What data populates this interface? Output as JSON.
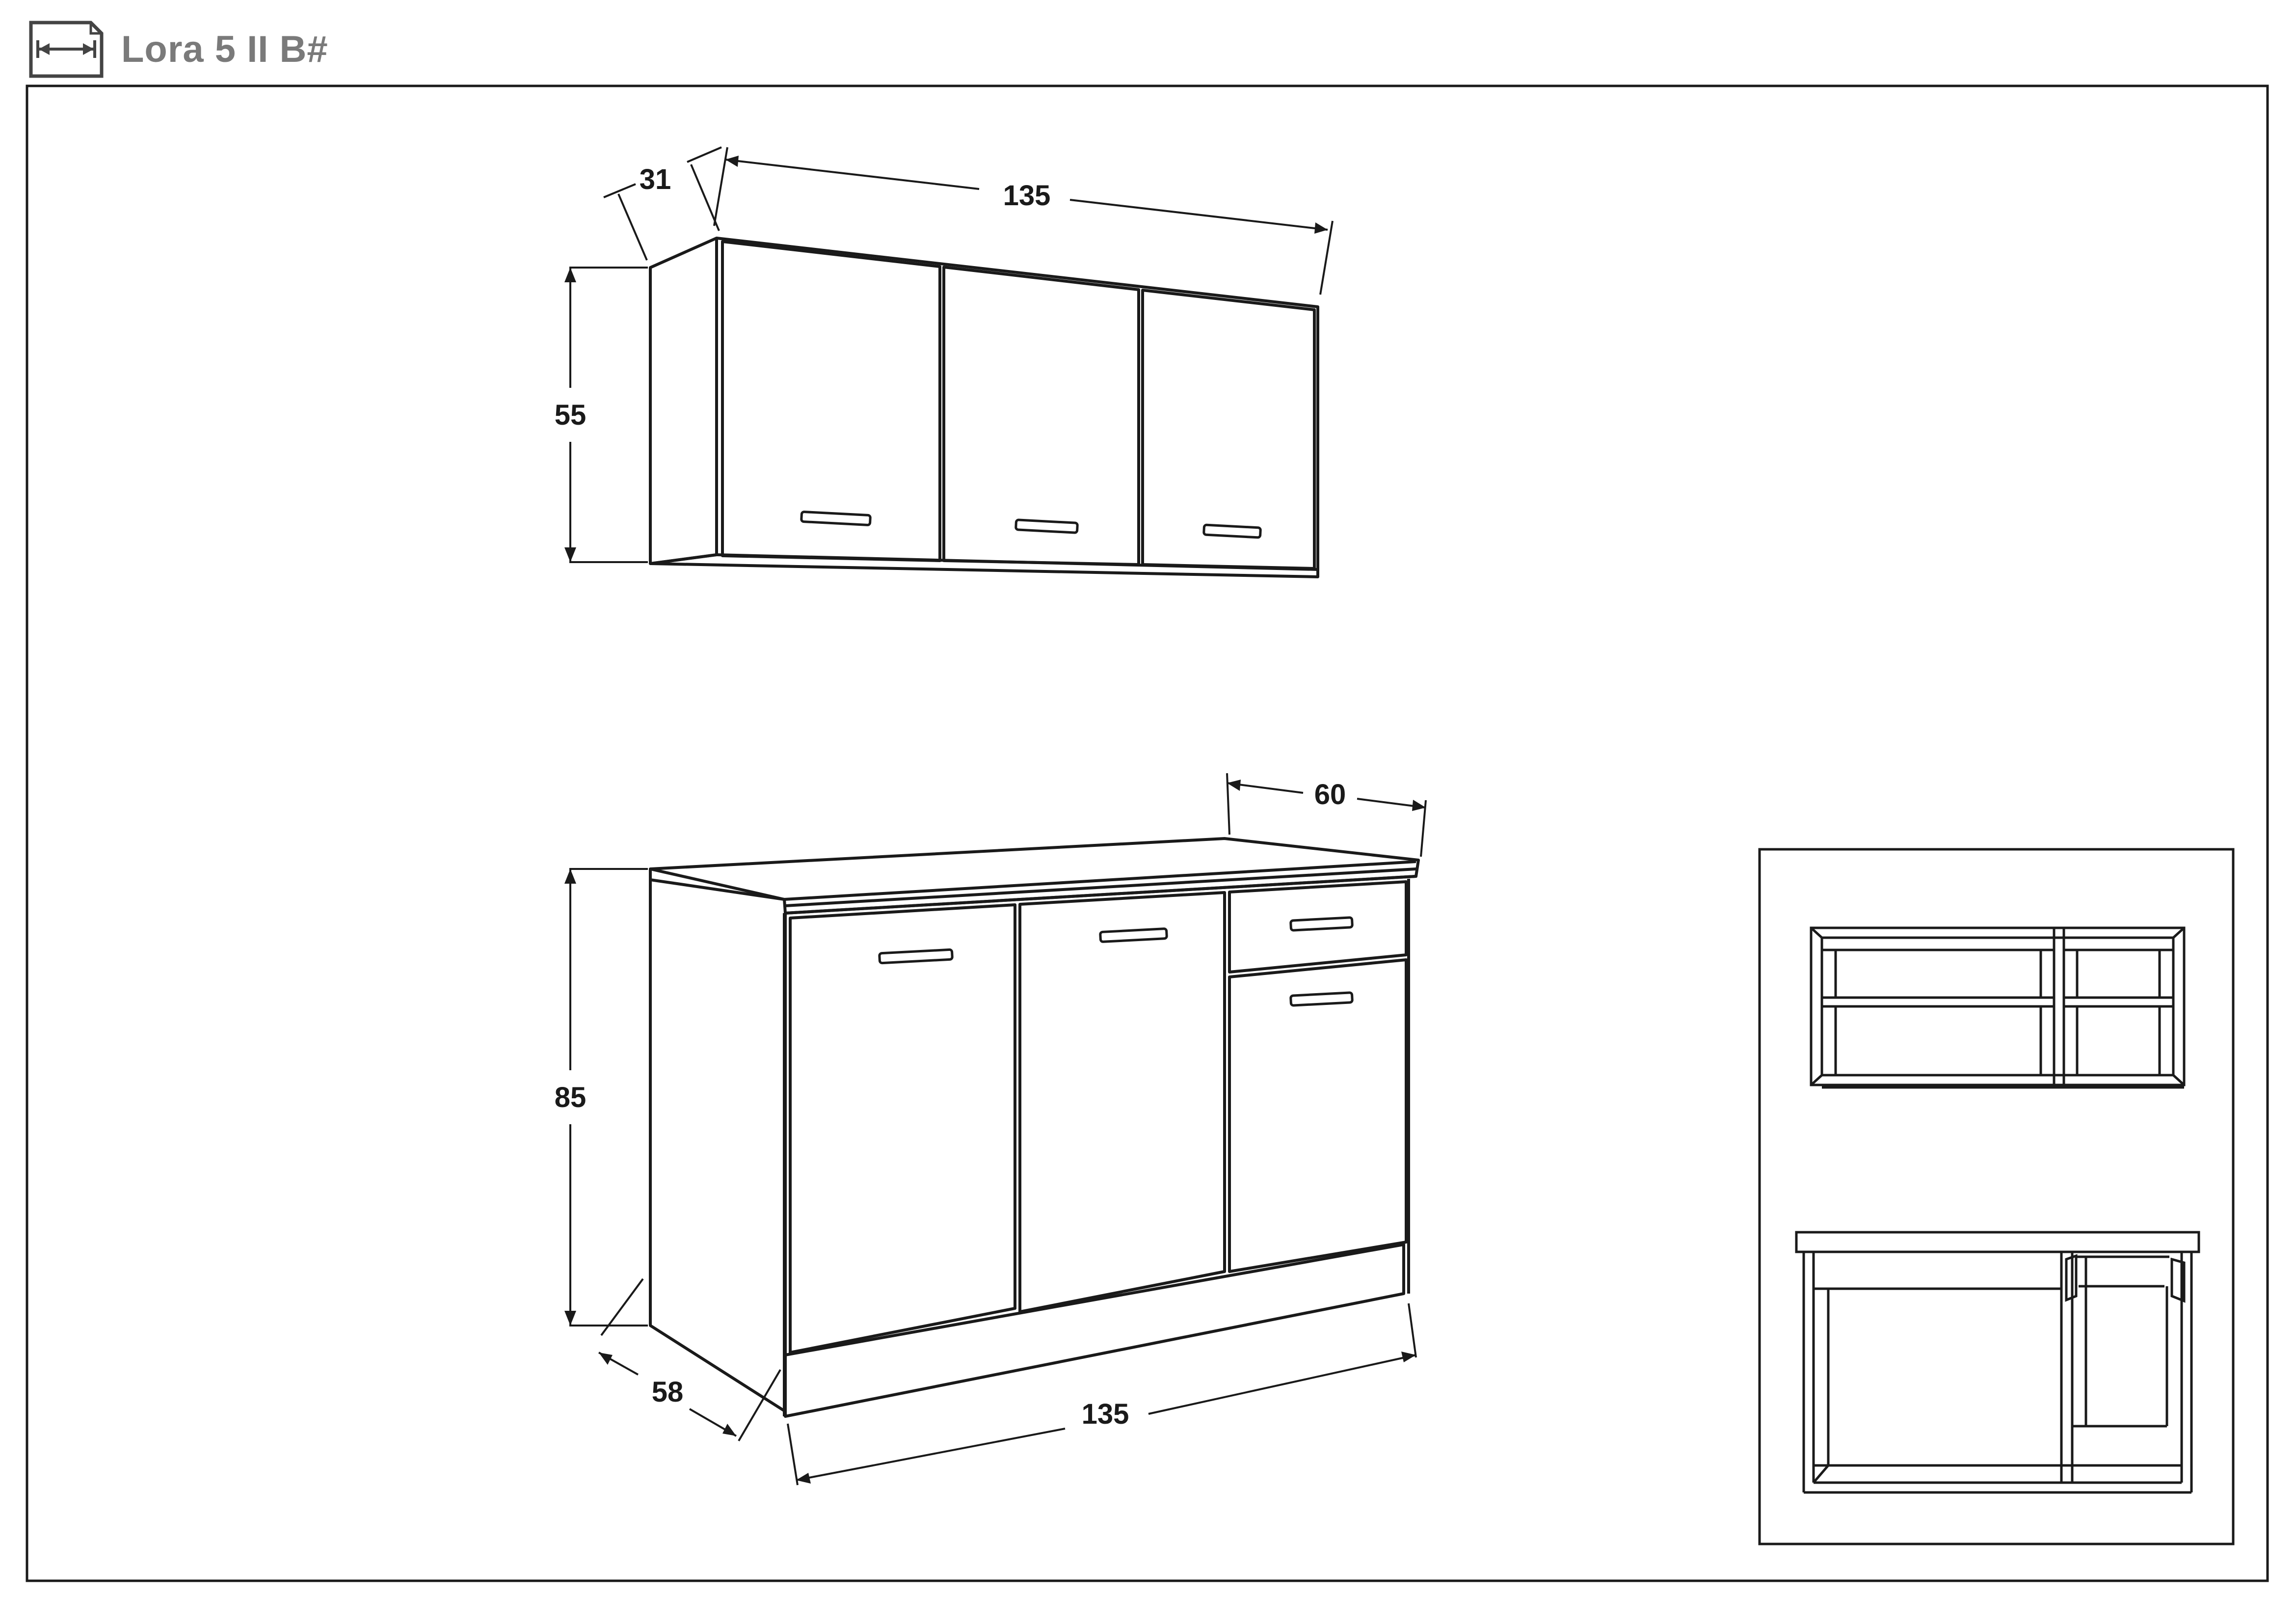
{
  "header": {
    "title": "Lora 5 II B#",
    "icon": "dimension-arrow-icon"
  },
  "dimensions": {
    "upper_depth": "31",
    "upper_width": "135",
    "upper_height": "55",
    "lower_depth_top": "60",
    "lower_height": "85",
    "lower_depth": "58",
    "lower_width": "135"
  },
  "colors": {
    "line": "#1a1a1a",
    "title": "#7a7a7a",
    "background": "#ffffff"
  }
}
